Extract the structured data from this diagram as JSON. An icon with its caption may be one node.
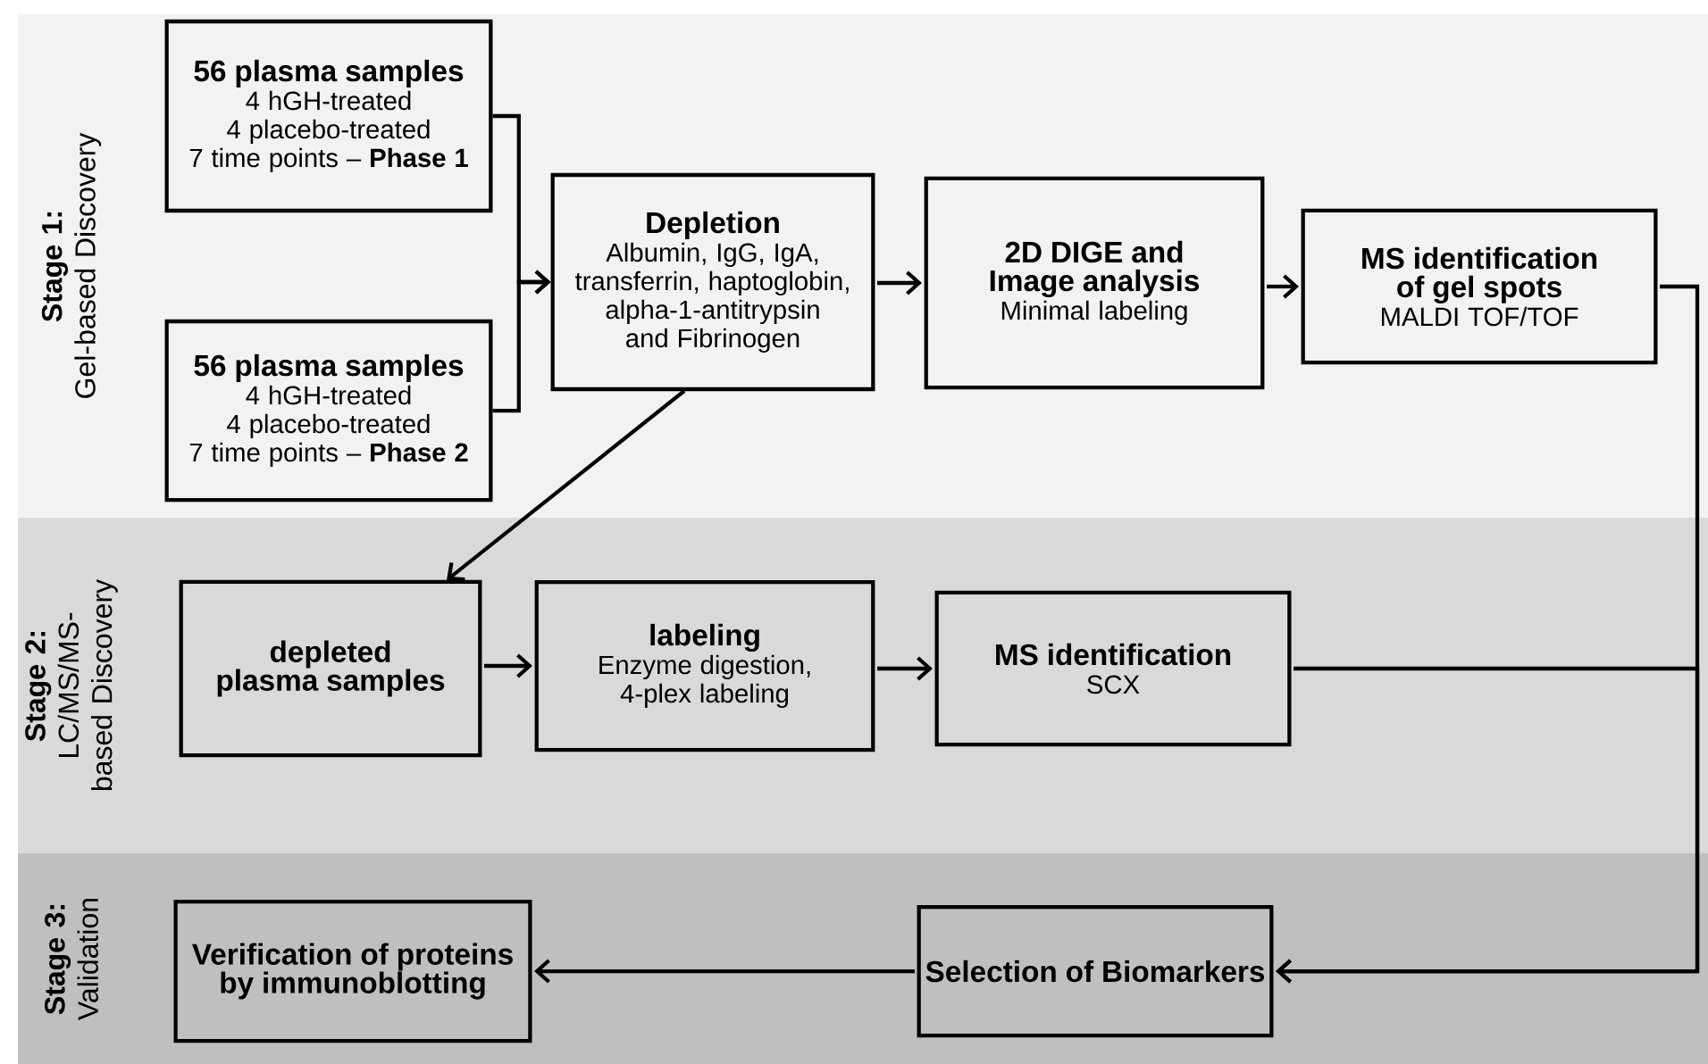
{
  "diagram": {
    "nodes": [
      {
        "text": [
          "Stage 1:",
          "Gel-based Discovery"
        ]
      },
      {
        "text": [
          "56 plasma samples",
          "4 hGH-treated",
          "4 placebo-treated",
          "7 time points – **Phase 1**"
        ],
        "in": 0
      },
      {
        "text": [
          "56 plasma samples",
          "4 hGH-treated",
          "4 placebo-treated",
          "7 time points – **Phase 2**"
        ],
        "in": 0
      },
      {
        "text": [
          "Depletion",
          "Albumin, IgG, IgA, transferrin, haptoglobin, alpha-1-antitrypsin and Fibrinogen"
        ],
        "in": 0
      },
      {
        "text": [
          "2D DIGE and Image analysis",
          "Minimal labeling"
        ],
        "in": 0
      },
      {
        "text": [
          "MS identification of gel spots",
          "MALDI TOF/TOF"
        ],
        "in": 0
      },
      {
        "text": [
          "Stage 2:",
          "LC/MS/MS-based Discovery"
        ]
      },
      {
        "text": [
          "depleted plasma samples"
        ],
        "in": 6
      },
      {
        "text": [
          "labeling",
          "Enzyme digestion, 4-plex labeling"
        ],
        "in": 6
      },
      {
        "text": [
          "MS identification",
          "SCX"
        ],
        "in": 6
      },
      {
        "text": [
          "Stage 3:",
          "Validation"
        ]
      },
      {
        "text": [
          "Verification of proteins by immunoblotting"
        ],
        "in": 10
      },
      {
        "text": [
          "Selection of Biomarkers"
        ],
        "in": 10
      }
    ],
    "edges": [
      {
        "from": 1,
        "to": 3,
        "arrow": "to"
      },
      {
        "from": 2,
        "to": 3,
        "arrow": "to"
      },
      {
        "from": 3,
        "to": 4,
        "arrow": "to"
      },
      {
        "from": 4,
        "to": 5,
        "arrow": "to"
      },
      {
        "from": 3,
        "to": 7,
        "arrow": "to"
      },
      {
        "from": 7,
        "to": 8,
        "arrow": "to"
      },
      {
        "from": 8,
        "to": 9,
        "arrow": "to"
      },
      {
        "from": 5,
        "to": 12,
        "arrow": "to"
      },
      {
        "from": 9,
        "to": 12,
        "arrow": "to"
      },
      {
        "from": 12,
        "to": 11,
        "arrow": "to"
      }
    ]
  }
}
